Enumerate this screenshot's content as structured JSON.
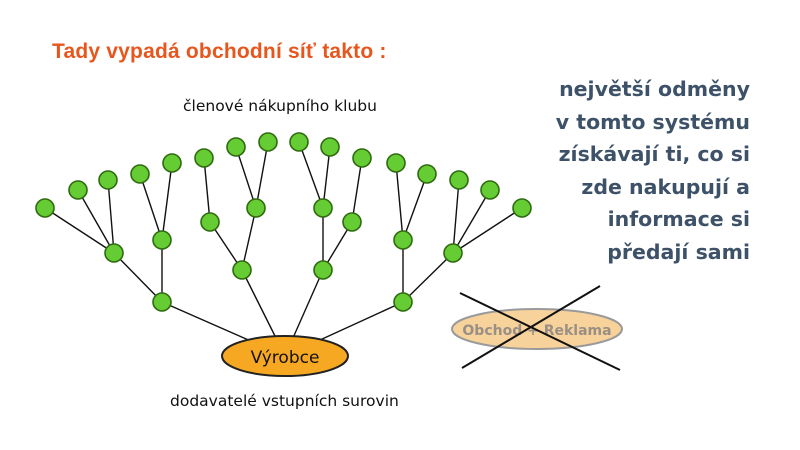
{
  "title": "Tady vypadá obchodní síť takto :",
  "labels": {
    "members": "členové nákupního klubu",
    "producer": "Výrobce",
    "suppliers": "dodavatelé vstupních surovin",
    "crossed_out": "Obchod + Reklama"
  },
  "side_text": [
    "největší  odměny",
    "v tomto systému",
    "získávají ti,  co si",
    "zde nakupují a",
    "informace  si",
    "předají sami"
  ],
  "colors": {
    "title": "#e8561d",
    "side_text": "#3d5268",
    "node_fill": "#66cc33",
    "node_stroke": "#2f6b10",
    "producer_fill": "#f7a823",
    "crossed_fill": "#f8d29b",
    "cross_line": "#111111"
  }
}
